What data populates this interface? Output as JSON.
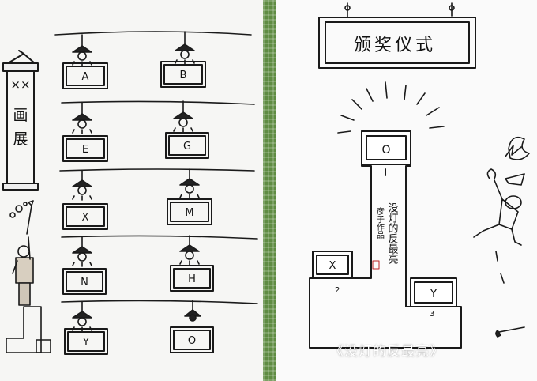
{
  "scroll": {
    "lines": [
      "××",
      "画",
      "展"
    ]
  },
  "gallery_frames": [
    "A",
    "B",
    "E",
    "G",
    "X",
    "M",
    "N",
    "H",
    "Y",
    "O"
  ],
  "banner": {
    "title": "颁奖仪式"
  },
  "podium": {
    "first": "O",
    "second": "X",
    "third": "Y",
    "rank_second": "2",
    "rank_third": "3",
    "vertical_text": [
      "没灯的反最亮",
      "彦子作品"
    ]
  },
  "caption": "《没灯的反最亮》"
}
